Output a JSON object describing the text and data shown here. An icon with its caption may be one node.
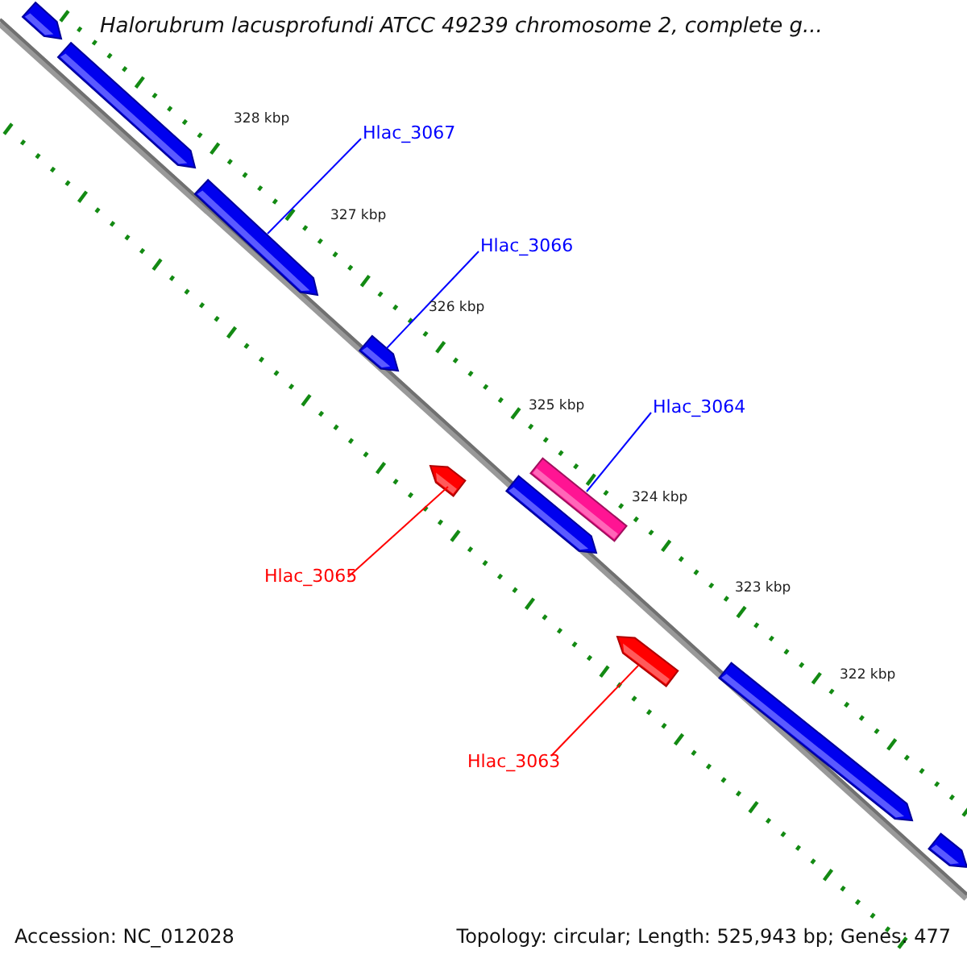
{
  "diagram": {
    "title": "Halorubrum lacusprofundi ATCC 49239 chromosome 2, complete g...",
    "nodes": [
      {
        "text": [
          "Hlac_3067"
        ]
      },
      {
        "text": [],
        "shape": "arrow"
      },
      {
        "text": [
          "Hlac_3066"
        ]
      },
      {
        "text": [],
        "shape": "arrow"
      },
      {
        "text": [
          "Hlac_3064"
        ]
      },
      {
        "text": [],
        "shape": "bar"
      },
      {
        "text": [
          "Hlac_3065"
        ]
      },
      {
        "text": [],
        "shape": "arrow"
      },
      {
        "text": [
          "Hlac_3063"
        ]
      },
      {
        "text": [],
        "shape": "arrow"
      },
      {
        "text": [],
        "shape": "arrow"
      },
      {
        "text": [],
        "shape": "arrow"
      },
      {
        "text": [],
        "shape": "arrow"
      },
      {
        "text": [],
        "shape": "arrow"
      },
      {
        "text": [],
        "shape": "arrow"
      }
    ],
    "edges": [
      {
        "from": 0,
        "to": 1,
        "arrow": "none"
      },
      {
        "from": 2,
        "to": 3,
        "arrow": "none"
      },
      {
        "from": 4,
        "to": 5,
        "arrow": "none"
      },
      {
        "from": 6,
        "to": 7,
        "arrow": "none",
        "color": "#ff0000"
      },
      {
        "from": 8,
        "to": 9,
        "arrow": "none",
        "color": "#ff0000"
      }
    ],
    "labels": [
      "328 kbp",
      "327 kbp",
      "326 kbp",
      "325 kbp",
      "324 kbp",
      "323 kbp",
      "322 kbp",
      "Accession: NC_012028",
      "Topology: circular; Length: 525,943 bp; Genes: 477"
    ]
  }
}
